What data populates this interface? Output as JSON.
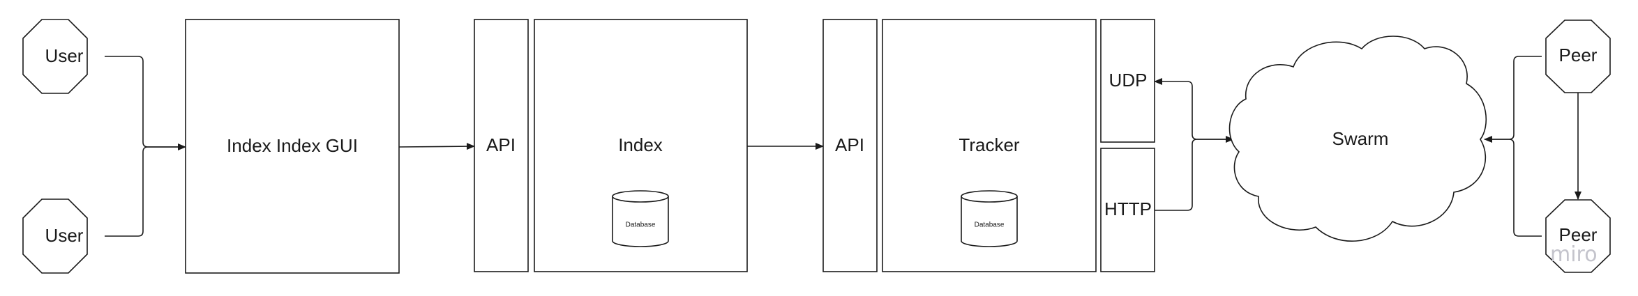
{
  "diagram": {
    "nodes": {
      "user_top": "User",
      "user_bottom": "User",
      "index_gui": "Index Index GUI",
      "index_api": "API",
      "index": "Index",
      "index_db": "Database",
      "tracker_api": "API",
      "tracker": "Tracker",
      "tracker_db": "Database",
      "udp": "UDP",
      "http": "HTTP",
      "swarm": "Swarm",
      "peer_top": "Peer",
      "peer_bottom": "Peer"
    },
    "edges": [
      {
        "from": "User",
        "to": "Index Index GUI"
      },
      {
        "from": "User",
        "to": "Index Index GUI"
      },
      {
        "from": "Index Index GUI",
        "to": "API"
      },
      {
        "from": "Index",
        "to": "API"
      },
      {
        "from": "Swarm",
        "to": "UDP"
      },
      {
        "from": "HTTP",
        "to": "Swarm"
      },
      {
        "from": "Peer",
        "to": "Swarm"
      },
      {
        "from": "Peer",
        "to": "Peer"
      }
    ],
    "watermark": "miro"
  }
}
